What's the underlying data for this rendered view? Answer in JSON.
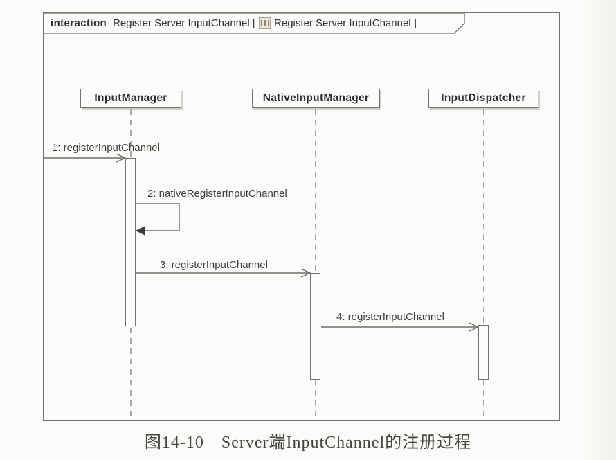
{
  "frame": {
    "keyword": "interaction",
    "name": "Register Server InputChannel [",
    "icon": "interaction-ref-icon",
    "ref_name": "Register Server InputChannel ]"
  },
  "lifelines": [
    {
      "label": "InputManager"
    },
    {
      "label": "NativeInputManager"
    },
    {
      "label": "InputDispatcher"
    }
  ],
  "messages": [
    {
      "label": "1: registerInputChannel",
      "from": "frame-edge",
      "to": "InputManager",
      "arrow": "open"
    },
    {
      "label": "2: nativeRegisterInputChannel",
      "from": "InputManager",
      "to": "InputManager",
      "arrow": "filled-self"
    },
    {
      "label": "3: registerInputChannel",
      "from": "InputManager",
      "to": "NativeInputManager",
      "arrow": "open"
    },
    {
      "label": "4: registerInputChannel",
      "from": "NativeInputManager",
      "to": "InputDispatcher",
      "arrow": "open"
    }
  ],
  "caption": "图14-10　Server端InputChannel的注册过程",
  "colors": {
    "line": "#72726e",
    "text": "#3a3a38",
    "box_background": "#fcfcfa",
    "page_background": "#fbfbf9"
  }
}
